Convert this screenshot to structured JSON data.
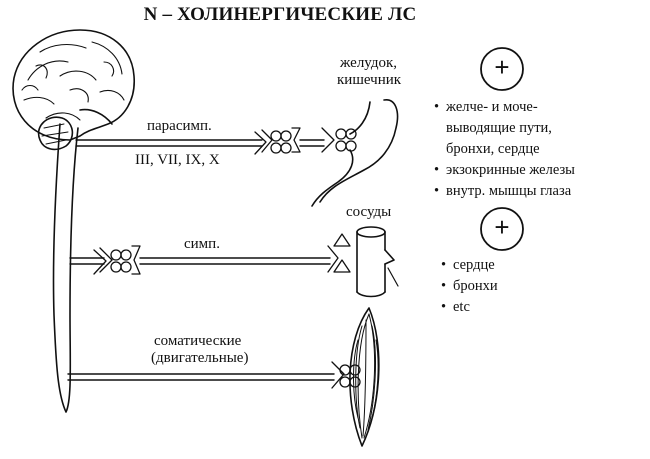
{
  "title": "N – ХОЛИНЕРГИЧЕСКИЕ ЛС",
  "labels": {
    "stomach_line1": "желудок,",
    "stomach_line2": "кишечник",
    "parasymp": "парасимп.",
    "nerves": "III, VII, IX, X",
    "vessels": "сосуды",
    "symp": "симп.",
    "somatic_line1": "соматические",
    "somatic_line2": "(двигательные)"
  },
  "signs": {
    "top": "+",
    "bottom": "+"
  },
  "list_top": [
    {
      "text": "желче- и моче-",
      "bullet": true
    },
    {
      "text": "выводящие пути,",
      "bullet": false
    },
    {
      "text": "бронхи, сердце",
      "bullet": false
    },
    {
      "text": "экзокринные железы",
      "bullet": true
    },
    {
      "text": "внутр. мышцы глаза",
      "bullet": true
    }
  ],
  "list_bottom": [
    {
      "text": "сердце",
      "bullet": true
    },
    {
      "text": "бронхи",
      "bullet": true
    },
    {
      "text": "etc",
      "bullet": true
    }
  ]
}
